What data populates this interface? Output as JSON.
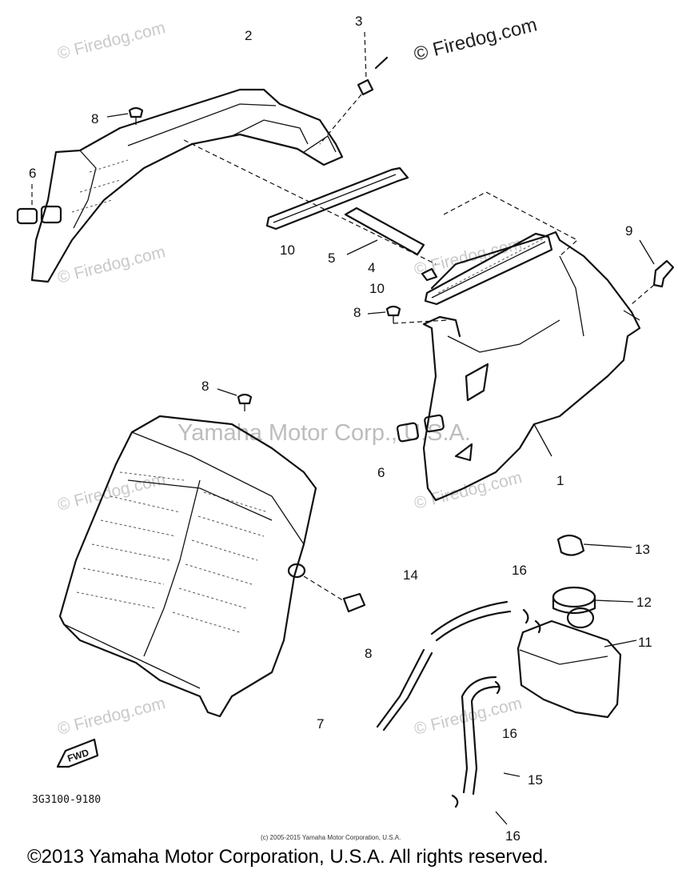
{
  "watermarks": {
    "small": "© Firedog.com",
    "big": "© Firedog.com",
    "center": "Yamaha Motor Corp., U.S.A."
  },
  "part_labels": {
    "p1": "1",
    "p2": "2",
    "p3": "3",
    "p4": "4",
    "p5": "5",
    "p6a": "6",
    "p6b": "6",
    "p7": "7",
    "p8a": "8",
    "p8b": "8",
    "p8c": "8",
    "p8d": "8",
    "p9": "9",
    "p10a": "10",
    "p10b": "10",
    "p11": "11",
    "p12": "12",
    "p13": "13",
    "p14": "14",
    "p15": "15",
    "p16a": "16",
    "p16b": "16",
    "p16c": "16"
  },
  "diagram_code": "3G3100-9180",
  "fwd_label": "FWD",
  "small_copyright": "(c) 2005-2015 Yamaha Motor Corporation, U.S.A.",
  "footer_copyright": "©2013 Yamaha Motor Corporation, U.S.A. All rights reserved."
}
